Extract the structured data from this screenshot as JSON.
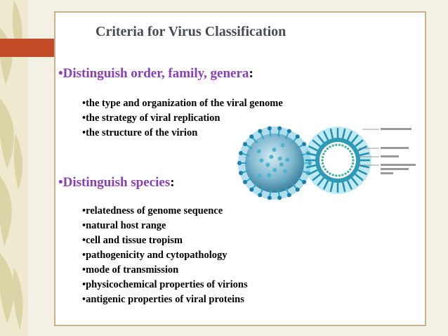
{
  "slide": {
    "title": "Criteria for Virus Classification",
    "sections": [
      {
        "heading": "•Distinguish order, family, genera",
        "heading_suffix": ":",
        "items": [
          "•the type and organization of the viral genome",
          "•the strategy of viral replication",
          "•the structure of the virion"
        ]
      },
      {
        "heading": "•Distinguish species",
        "heading_suffix": ":",
        "items": [
          "•relatedness of genome sequence",
          "•natural host range",
          "•cell and tissue tropism",
          "•pathogenicity and cytopathology",
          "•mode of transmission",
          "•physicochemical properties of virions",
          "•antigenic properties of viral proteins"
        ]
      }
    ]
  },
  "colors": {
    "heading": "#8a3fb8",
    "title": "#4a4a55",
    "accent_tab": "#c24a24",
    "frame": "#c9b48a"
  }
}
